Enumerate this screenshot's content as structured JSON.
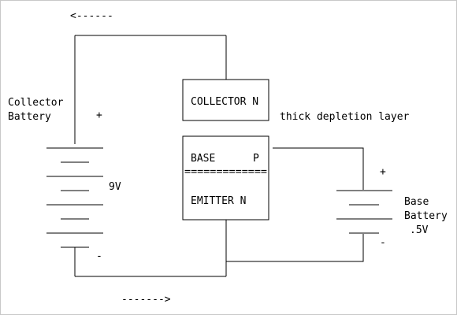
{
  "labels": {
    "arrow_top": "<------",
    "arrow_bottom": "------->",
    "collector_battery_line1": "Collector",
    "collector_battery_line2": "Battery",
    "collector_plus": "+",
    "collector_minus": "-",
    "collector_voltage": "9V",
    "collector_region": "COLLECTOR N",
    "depletion_note": "thick depletion layer",
    "base_region": "BASE",
    "base_type": "P",
    "junction_line": "=============",
    "emitter_region": "EMITTER  N",
    "base_battery_line1": "Base",
    "base_battery_line2": "Battery",
    "base_voltage": ".5V",
    "base_plus": "+",
    "base_minus": "-"
  },
  "colors": {
    "line": "#000000",
    "background": "#ffffff",
    "frame": "#c8c8c8"
  }
}
